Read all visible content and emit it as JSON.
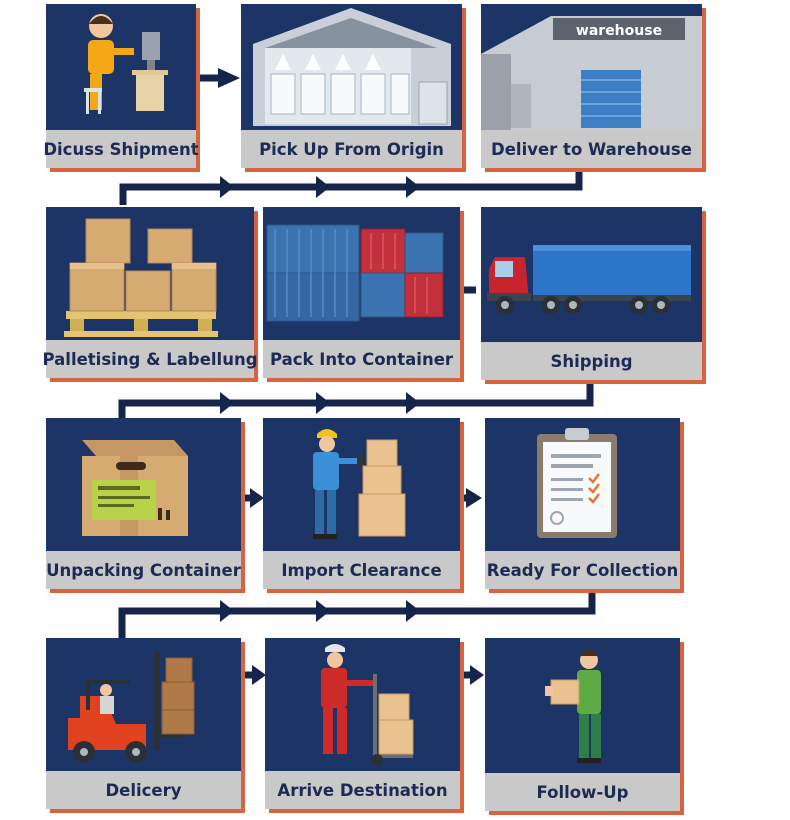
{
  "steps": [
    {
      "label": "Dicuss Shipment",
      "icon": "person-at-computer-icon"
    },
    {
      "label": "Pick Up From Origin",
      "icon": "storage-hall-icon"
    },
    {
      "label": "Deliver to Warehouse",
      "icon": "warehouse-building-icon"
    },
    {
      "label": "Palletising & Labellung",
      "icon": "pallet-boxes-icon"
    },
    {
      "label": "Pack Into Container",
      "icon": "shipping-containers-icon"
    },
    {
      "label": "Shipping",
      "icon": "truck-icon"
    },
    {
      "label": "Unpacking Container",
      "icon": "cardboard-box-icon"
    },
    {
      "label": "Import Clearance",
      "icon": "worker-scanning-boxes-icon"
    },
    {
      "label": "Ready For Collection",
      "icon": "clipboard-checklist-icon"
    },
    {
      "label": "Delicery",
      "icon": "forklift-icon"
    },
    {
      "label": "Arrive Destination",
      "icon": "hand-truck-worker-icon"
    },
    {
      "label": "Follow-Up",
      "icon": "person-holding-box-icon"
    }
  ],
  "warehouse_sign": "warehouse",
  "colors": {
    "card": "#1d3566",
    "accent": "#d8643f",
    "label_bg": "#c9c9c9",
    "label_text": "#1d2b54",
    "flow": "#14244a"
  }
}
